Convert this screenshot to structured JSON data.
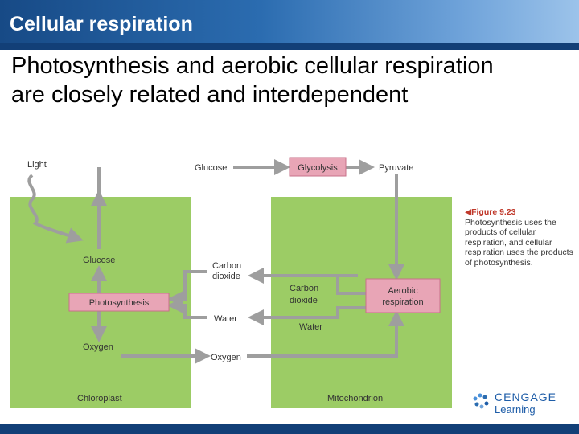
{
  "header": {
    "title": "Cellular respiration"
  },
  "heading": "Photosynthesis and aerobic cellular respiration are closely related and interdependent",
  "diagram": {
    "light": "Light",
    "glucose_top": "Glucose",
    "glycolysis": "Glycolysis",
    "pyruvate": "Pyruvate",
    "glucose_left": "Glucose",
    "photosynthesis": "Photosynthesis",
    "oxygen_left": "Oxygen",
    "chloroplast": "Chloroplast",
    "co2_mid_1": "Carbon",
    "co2_mid_2": "dioxide",
    "water_mid": "Water",
    "oxygen_mid": "Oxygen",
    "co2_right_1": "Carbon",
    "co2_right_2": "dioxide",
    "water_right": "Water",
    "aerobic_1": "Aerobic",
    "aerobic_2": "respiration",
    "mitochondrion": "Mitochondrion"
  },
  "caption": {
    "figure": "Figure 9.23",
    "text": "Photosynthesis uses the products of cellular respiration, and cellular respiration uses the products of photosynthesis."
  },
  "logo": {
    "top": "CENGAGE",
    "bottom": "Learning"
  },
  "colors": {
    "header": "#2b6cb0",
    "rule": "#123f77",
    "green": "#9ccc65",
    "pink": "#e8a5b6",
    "arrow": "#9e9e9e"
  }
}
